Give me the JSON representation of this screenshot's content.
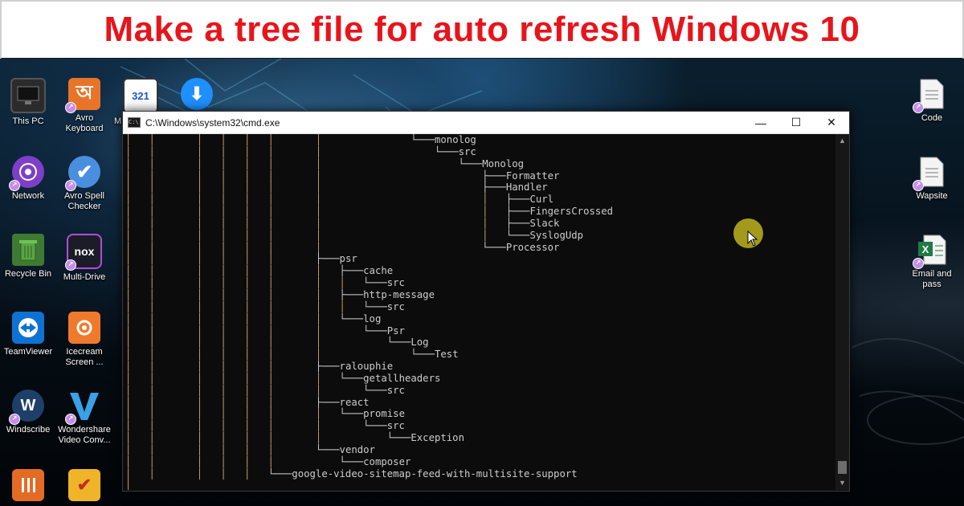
{
  "banner": {
    "title": "Make a tree file for auto refresh Windows 10"
  },
  "desktop": {
    "icons_left": [
      {
        "label": "This PC",
        "icon": "this-pc-icon"
      },
      {
        "label": "Network",
        "icon": "network-icon"
      },
      {
        "label": "Recycle Bin",
        "icon": "recycle-bin-icon"
      },
      {
        "label": "TeamViewer",
        "icon": "teamviewer-icon"
      },
      {
        "label": "Windscribe",
        "icon": "windscribe-icon"
      }
    ],
    "icons_second": [
      {
        "label": "Avro Keyboard",
        "icon": "avro-keyboard-icon"
      },
      {
        "label": "Avro Spell Checker",
        "icon": "avro-spell-checker-icon"
      },
      {
        "label": "Multi-Drive",
        "icon": "nox-multi-drive-icon"
      },
      {
        "label": "Icecream Screen ...",
        "icon": "icecream-screen-icon"
      },
      {
        "label": "Wondershare Video Conv...",
        "icon": "wondershare-video-icon"
      }
    ],
    "icons_right": [
      {
        "label": "Code",
        "icon": "text-file-icon"
      },
      {
        "label": "Wapsite",
        "icon": "text-file-icon"
      },
      {
        "label": "Email and pass",
        "icon": "excel-file-icon"
      }
    ],
    "partial_icon_glyph": "321",
    "partial_icon_label": "M"
  },
  "cmd": {
    "title": "C:\\Windows\\system32\\cmd.exe",
    "icon_glyph": "C:\\",
    "minimize_glyph": "—",
    "maximize_glyph": "☐",
    "close_glyph": "✕",
    "scroll_up_glyph": "▲",
    "scroll_down_glyph": "▼",
    "lines": [
      "│   │       │   │   │   │       │               └───monolog",
      "│   │       │   │   │   │       │                   └───src",
      "│   │       │   │   │   │       │                       └───Monolog",
      "│   │       │   │   │   │       │                           ├───Formatter",
      "│   │       │   │   │   │       │                           ├───Handler",
      "│   │       │   │   │   │       │                           │   ├───Curl",
      "│   │       │   │   │   │       │                           │   ├───FingersCrossed",
      "│   │       │   │   │   │       │                           │   ├───Slack",
      "│   │       │   │   │   │       │                           │   └───SyslogUdp",
      "│   │       │   │   │   │       │                           └───Processor",
      "│   │       │   │   │   │       ├───psr",
      "│   │       │   │   │   │       │   ├───cache",
      "│   │       │   │   │   │       │   │   └───src",
      "│   │       │   │   │   │       │   ├───http-message",
      "│   │       │   │   │   │       │   │   └───src",
      "│   │       │   │   │   │       │   └───log",
      "│   │       │   │   │   │       │       └───Psr",
      "│   │       │   │   │   │       │           └───Log",
      "│   │       │   │   │   │       │               └───Test",
      "│   │       │   │   │   │       ├───ralouphie",
      "│   │       │   │   │   │       │   └───getallheaders",
      "│   │       │   │   │   │       │       └───src",
      "│   │       │   │   │   │       ├───react",
      "│   │       │   │   │   │       │   └───promise",
      "│   │       │   │   │   │       │       └───src",
      "│   │       │   │   │   │       │           └───Exception",
      "│   │       │   │   │   │       └───vendor",
      "│   │       │   │   │   │           └───composer",
      "│   │       │   │   │   └───google-video-sitemap-feed-with-multisite-support",
      "│"
    ]
  },
  "colors": {
    "banner_text": "#e8141b",
    "console_bg": "#0c0c0c",
    "console_text": "#cccccc",
    "tree_lines": "#c8a070"
  }
}
